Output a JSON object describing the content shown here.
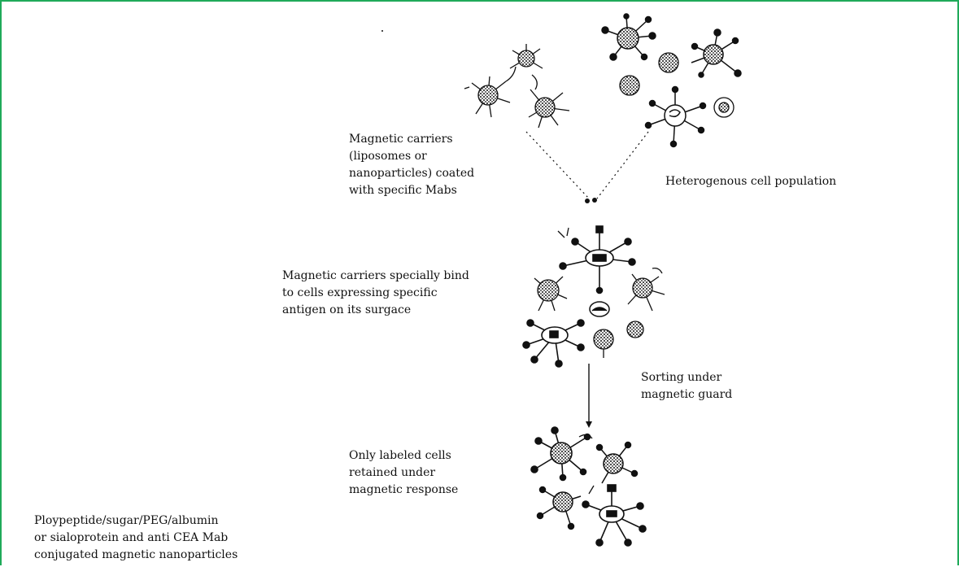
{
  "labels": {
    "carriers": [
      "Magnetic carriers",
      "(liposomes or",
      "nanoparticles) coated",
      "with specific Mabs"
    ],
    "population": [
      "Heterogenous cell population"
    ],
    "binding": [
      "Magnetic carriers specially bind",
      "to cells expressing specific",
      "antigen on its surgace"
    ],
    "sorting": [
      "Sorting under",
      "magnetic guard"
    ],
    "retained": [
      "Only labeled cells",
      "retained under",
      "magnetic response"
    ],
    "conjugate": [
      "Ploypeptide/sugar/PEG/albumin",
      "or sialoprotein and anti CEA Mab",
      "conjugated magnetic nanoparticles"
    ]
  },
  "colors": {
    "border": "#1faa59",
    "ink": "#111111",
    "background": "#ffffff"
  }
}
